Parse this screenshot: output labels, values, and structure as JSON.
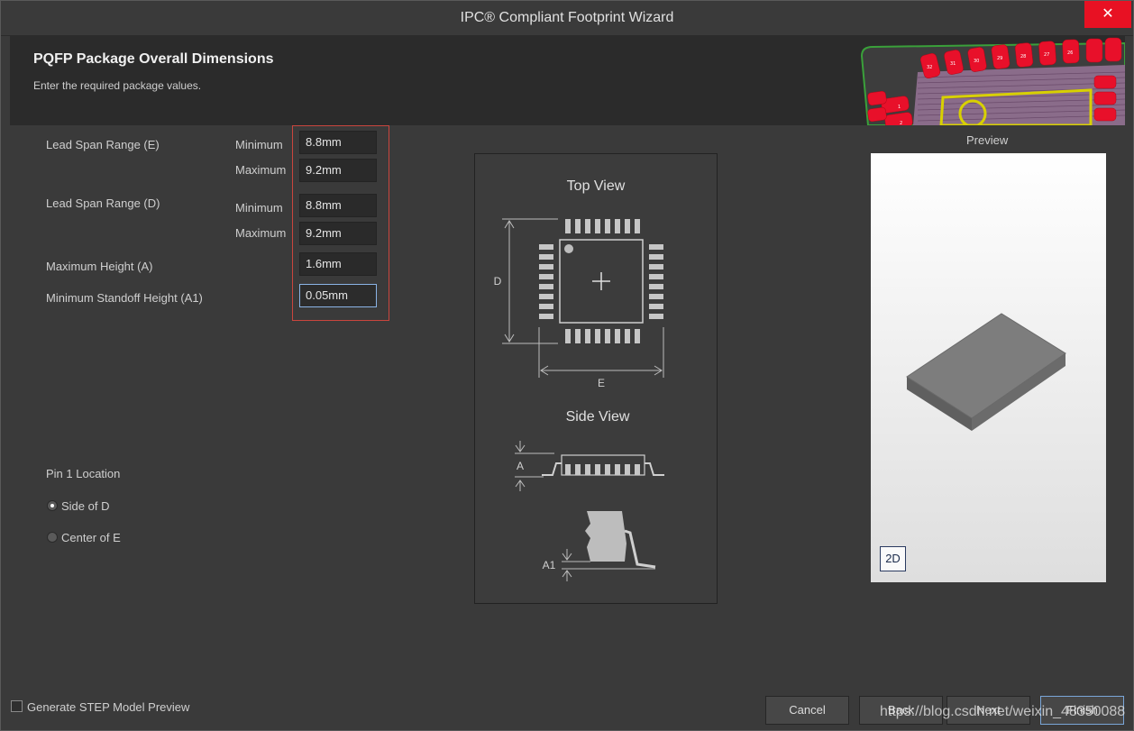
{
  "window": {
    "title": "IPC® Compliant Footprint Wizard",
    "close_glyph": "✕"
  },
  "header": {
    "title": "PQFP Package Overall Dimensions",
    "subtitle": "Enter the required package values.",
    "pad_labels": [
      "32",
      "31",
      "30",
      "29",
      "28",
      "27",
      "26",
      "1",
      "2"
    ]
  },
  "form": {
    "lead_span_e": {
      "label": "Lead Span Range (E)",
      "min_label": "Minimum",
      "max_label": "Maximum",
      "min": "8.8mm",
      "max": "9.2mm"
    },
    "lead_span_d": {
      "label": "Lead Span Range (D)",
      "min_label": "Minimum",
      "max_label": "Maximum",
      "min": "8.8mm",
      "max": "9.2mm"
    },
    "max_height": {
      "label": "Maximum Height (A)",
      "value": "1.6mm"
    },
    "min_standoff": {
      "label": "Minimum Standoff Height (A1)",
      "value": "0.05mm"
    }
  },
  "pin1": {
    "label": "Pin 1 Location",
    "options": [
      {
        "label": "Side of D",
        "selected": true
      },
      {
        "label": "Center of E",
        "selected": false
      }
    ]
  },
  "diagram": {
    "top_view": "Top View",
    "side_view": "Side View",
    "d": "D",
    "e": "E",
    "a": "A",
    "a1": "A1"
  },
  "preview": {
    "label": "Preview",
    "mode_button": "2D"
  },
  "footer": {
    "step_checkbox": "Generate STEP Model Preview",
    "cancel": "Cancel",
    "back": "Back",
    "next": "Next",
    "finish": "Finish",
    "watermark": "https://blog.csdn.net/weixin_48350088"
  },
  "colors": {
    "pad": "#e8102a",
    "silk": "#d8d000",
    "board_outline": "#3aa03a",
    "accent": "#c9453d"
  }
}
